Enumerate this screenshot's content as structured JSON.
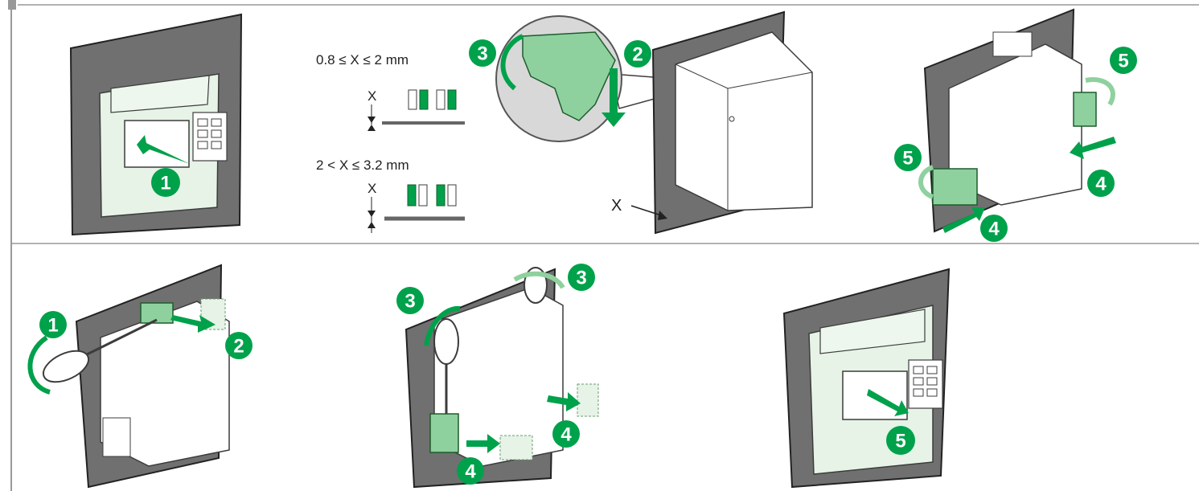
{
  "colors": {
    "wall": "#707070",
    "wall_dark": "#4a4a4a",
    "device": "#ffffff",
    "device_stroke": "#3c3c3c",
    "green": "#00a14b",
    "green_light": "#8fd19e",
    "panel_tint": "#e6f3e6"
  },
  "panel1": {
    "step": "1"
  },
  "panel2": {
    "case_a": "0.8 ≤ X ≤ 2 mm",
    "case_b": "2 < X ≤ 3.2 mm",
    "x_a": "X",
    "x_b": "X",
    "step_left": "3",
    "step_right": "2"
  },
  "panel3": {
    "x_label": "X"
  },
  "panel4": {
    "steps": [
      "5",
      "5",
      "4",
      "4"
    ]
  },
  "panel5": {
    "steps": [
      "1",
      "2"
    ]
  },
  "panel6": {
    "steps": [
      "3",
      "3",
      "4",
      "4"
    ]
  },
  "panel7": {
    "step": "5"
  }
}
